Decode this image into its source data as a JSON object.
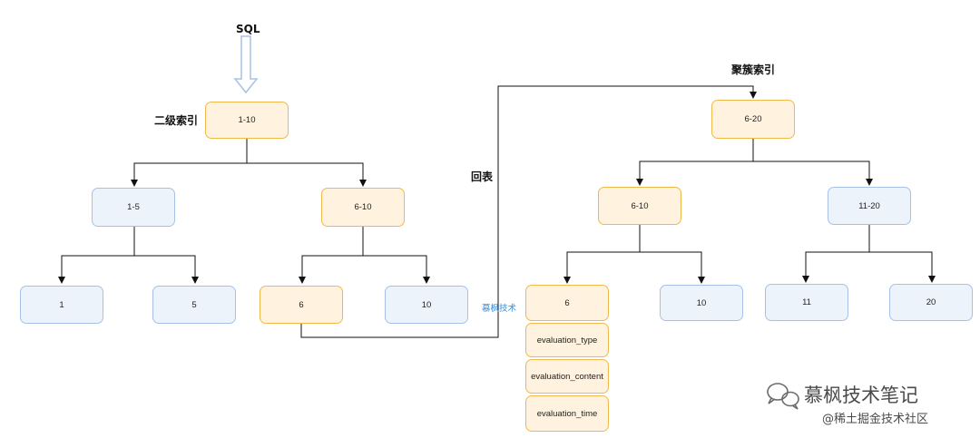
{
  "labels": {
    "sql": "SQL",
    "secondary_index": "二级索引",
    "back_to_table": "回表",
    "clustered_index": "聚簇索引",
    "side_note": "慕枫技术"
  },
  "secondary_tree": {
    "root": "1-10",
    "left": "1-5",
    "right": "6-10",
    "leaf_1": "1",
    "leaf_5": "5",
    "leaf_6": "6",
    "leaf_10": "10"
  },
  "clustered_tree": {
    "root": "6-20",
    "left": "6-10",
    "right": "11-20",
    "leaf_6": "6",
    "leaf_10": "10",
    "leaf_11": "11",
    "leaf_20": "20"
  },
  "row_fields": [
    "evaluation_type",
    "evaluation_content",
    "evaluation_time"
  ],
  "watermark": {
    "line1": "慕枫技术笔记",
    "line2": "@稀土掘金技术社区"
  },
  "colors": {
    "blue_fill": "#edf3fb",
    "blue_border": "#a7c1e5",
    "orange_fill": "#fff3df",
    "orange_border": "#f1b94c",
    "line": "#111111"
  }
}
